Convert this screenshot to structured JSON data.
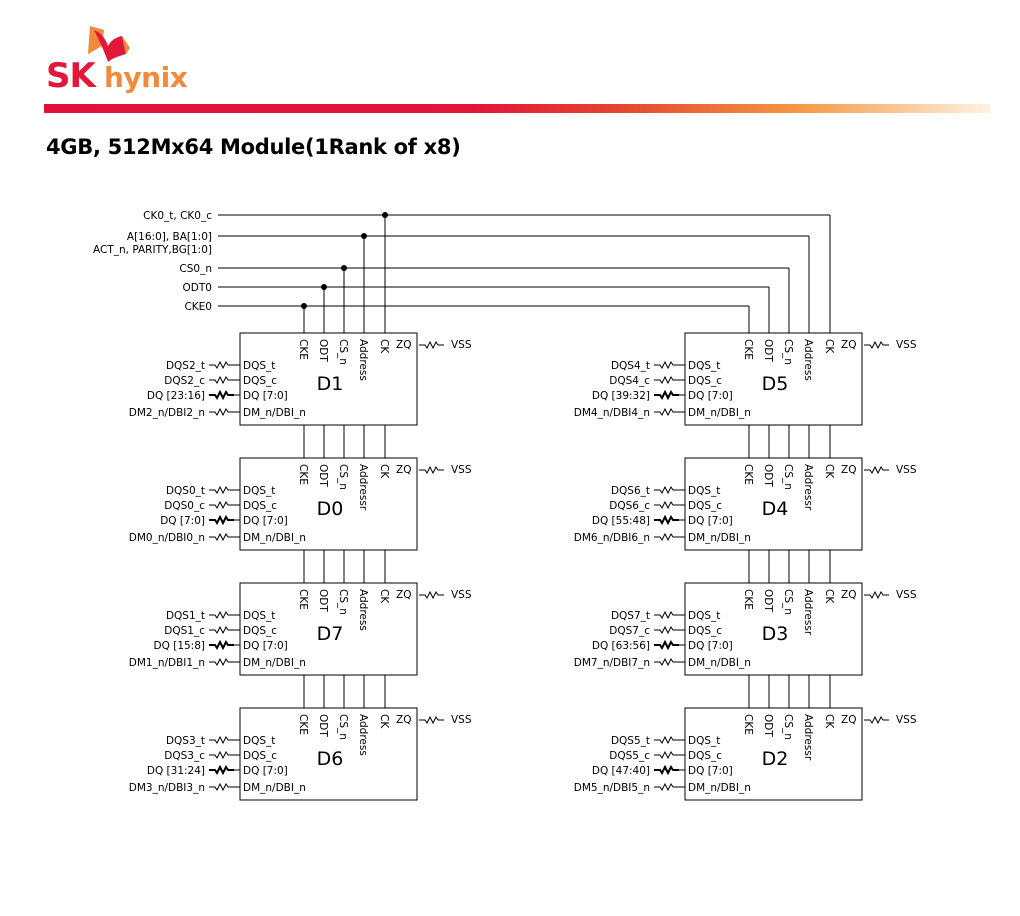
{
  "brand": {
    "sk": "SK",
    "hynix": "hynix",
    "colors": {
      "red": "#e2173a",
      "orange": "#f08a3c"
    }
  },
  "page_title": "4GB, 512Mx64 Module(1Rank of x8)",
  "bus_signals": [
    {
      "label": "CK0_t, CK0_c"
    },
    {
      "label": "A[16:0], BA[1:0]",
      "label2": "ACT_n, PARITY,BG[1:0]"
    },
    {
      "label": "CS0_n"
    },
    {
      "label": "ODT0"
    },
    {
      "label": "CKE0"
    }
  ],
  "pin_labels": {
    "top": [
      "CKE",
      "ODT",
      "CS_n",
      "Address",
      "CK"
    ],
    "zq": "ZQ",
    "vss": "VSS",
    "left": [
      "DQS_t",
      "DQS_c",
      "DQ [7:0]",
      "DM_n/DBI_n"
    ]
  },
  "chips": [
    {
      "name": "D1",
      "col": 0,
      "row": 0,
      "addr_label": "Address",
      "ext": [
        "DQS2_t",
        "DQS2_c",
        "DQ [23:16]",
        "DM2_n/DBI2_n"
      ]
    },
    {
      "name": "D0",
      "col": 0,
      "row": 1,
      "addr_label": "Addressr",
      "ext": [
        "DQS0_t",
        "DQS0_c",
        "DQ [7:0]",
        "DM0_n/DBI0_n"
      ]
    },
    {
      "name": "D7",
      "col": 0,
      "row": 2,
      "addr_label": "Address",
      "ext": [
        "DQS1_t",
        "DQS1_c",
        "DQ [15:8]",
        "DM1_n/DBI1_n"
      ]
    },
    {
      "name": "D6",
      "col": 0,
      "row": 3,
      "addr_label": "Address",
      "ext": [
        "DQS3_t",
        "DQS3_c",
        "DQ [31:24]",
        "DM3_n/DBI3_n"
      ]
    },
    {
      "name": "D5",
      "col": 1,
      "row": 0,
      "addr_label": "Address",
      "ext": [
        "DQS4_t",
        "DQS4_c",
        "DQ [39:32]",
        "DM4_n/DBI4_n"
      ]
    },
    {
      "name": "D4",
      "col": 1,
      "row": 1,
      "addr_label": "Addressr",
      "ext": [
        "DQS6_t",
        "DQS6_c",
        "DQ [55:48]",
        "DM6_n/DBI6_n"
      ]
    },
    {
      "name": "D3",
      "col": 1,
      "row": 2,
      "addr_label": "Addressr",
      "ext": [
        "DQS7_t",
        "DQS7_c",
        "DQ [63:56]",
        "DM7_n/DBI7_n"
      ]
    },
    {
      "name": "D2",
      "col": 1,
      "row": 3,
      "addr_label": "Addressr",
      "ext": [
        "DQS5_t",
        "DQS5_c",
        "DQ [47:40]",
        "DM5_n/DBI5_n"
      ]
    }
  ]
}
